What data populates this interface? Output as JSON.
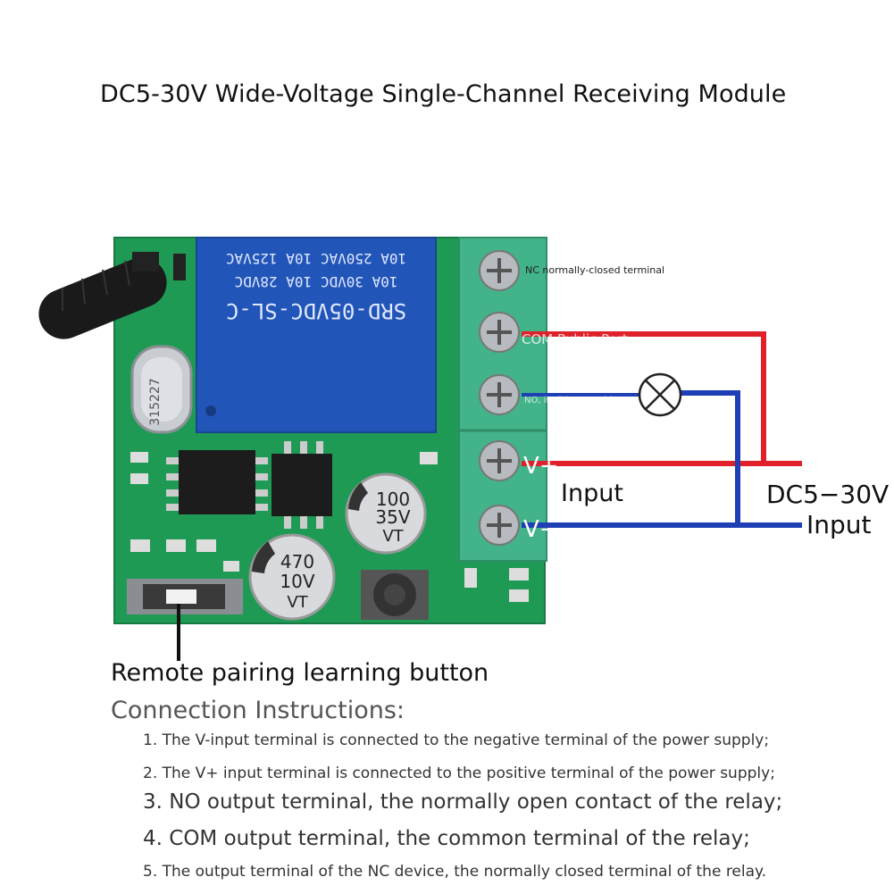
{
  "title": "DC5-30V Wide-Voltage Single-Channel Receiving Module",
  "relay": {
    "model": "SRD-05VDC-SL-C",
    "rating_1": "10A 30VDC   10A 28VDC",
    "rating_2": "10A 250VAC   10A 125VAC"
  },
  "crystal": {
    "label": "315227"
  },
  "capacitor_large": {
    "line1": "470",
    "line2": "10V",
    "line3": "VT"
  },
  "capacitor_small": {
    "line1": "100",
    "line2": "35V",
    "line3": "VT"
  },
  "terminals": {
    "nc_label": "NC normally-closed terminal",
    "com_label": "COM Public Port",
    "no_label": "NO, it all began with...",
    "vplus_label": "V+",
    "vminus_label": "V−"
  },
  "wiring": {
    "input_label": "Input",
    "supply_label": "DC5−30V",
    "supply_input_label": "Input",
    "positive_color": "#e0202a",
    "negative_color": "#1f3fb5"
  },
  "pairing_label": "Remote pairing learning button",
  "instructions": {
    "heading": "Connection Instructions:",
    "items": [
      "1. The V-input terminal is connected to the negative terminal of the power supply;",
      "2. The V+ input terminal is connected to the positive terminal of the power supply;",
      "3. NO output terminal, the normally open contact of the relay;",
      "4. COM output terminal, the common terminal of the relay;",
      "5. The output terminal of the NC device, the normally closed terminal of the relay."
    ]
  }
}
